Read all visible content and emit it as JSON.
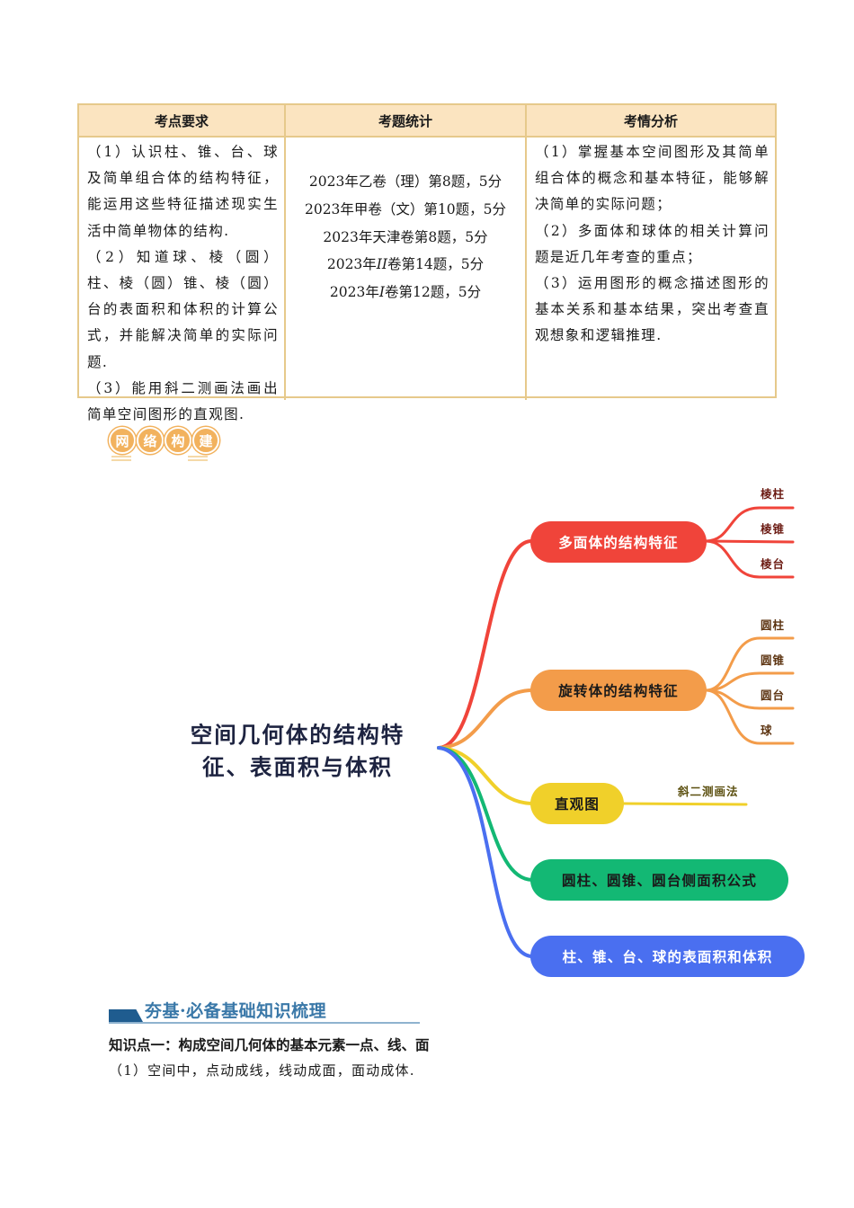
{
  "table": {
    "headers": [
      "考点要求",
      "考题统计",
      "考情分析"
    ],
    "requirements": [
      "（1）认识柱、锥、台、球及简单组合体的结构特征，能运用这些特征描述现实生活中简单物体的结构.",
      "（2）知道球、棱（圆）柱、棱（圆）锥、棱（圆）台的表面积和体积的计算公式，并能解决简单的实际问题.",
      "（3）能用斜二测画法画出简单空间图形的直观图."
    ],
    "statistics": [
      {
        "prefix": "2023年乙卷（理）第8题，5分",
        "roman": ""
      },
      {
        "prefix": "2023年甲卷（文）第10题，5分",
        "roman": ""
      },
      {
        "prefix": "2023年天津卷第8题，5分",
        "roman": ""
      },
      {
        "before": "2023年",
        "roman": "II",
        "after": "卷第14题，5分"
      },
      {
        "before": "2023年",
        "roman": "I",
        "after": "卷第12题，5分"
      }
    ],
    "analysis": [
      "（1）掌握基本空间图形及其简单组合体的概念和基本特征，能够解决简单的实际问题；",
      "（2）多面体和球体的相关计算问题是近几年考查的重点；",
      "（3）运用图形的概念描述图形的基本关系和基本结果，突出考查直观想象和逻辑推理."
    ]
  },
  "badge": {
    "chars": [
      "网",
      "络",
      "构",
      "建"
    ],
    "color": "#f2b25e"
  },
  "mindmap": {
    "root": "空间几何体的结构特征、表面积与体积",
    "root_lines": [
      "空间几何体的结构特",
      "征、表面积与体积"
    ],
    "branches": [
      {
        "label": "多面体的结构特征",
        "color": "#f0443a",
        "text_color": "#ffffff",
        "leaves": [
          "棱柱",
          "棱锥",
          "棱台"
        ],
        "leaf_color": "#6b1a12"
      },
      {
        "label": "旋转体的结构特征",
        "color": "#f39c4a",
        "text_color": "#1a1a1a",
        "leaves": [
          "圆柱",
          "圆锥",
          "圆台",
          "球"
        ],
        "leaf_color": "#5c3310"
      },
      {
        "label": "直观图",
        "color": "#f0d02a",
        "text_color": "#1a1a1a",
        "leaves": [
          "斜二测画法"
        ],
        "leaf_color": "#5c5010"
      },
      {
        "label": "圆柱、圆锥、圆台侧面积公式",
        "color": "#13b874",
        "text_color": "#1a1a1a",
        "leaves": []
      },
      {
        "label": "柱、锥、台、球的表面积和体积",
        "color": "#4a6ff0",
        "text_color": "#ffffff",
        "leaves": []
      }
    ]
  },
  "section": {
    "title": "夯基·必备基础知识梳理",
    "knowledge_point": "知识点一：构成空间几何体的基本元素一点、线、面",
    "text": "（1）空间中，点动成线，线动成面，面动成体."
  }
}
